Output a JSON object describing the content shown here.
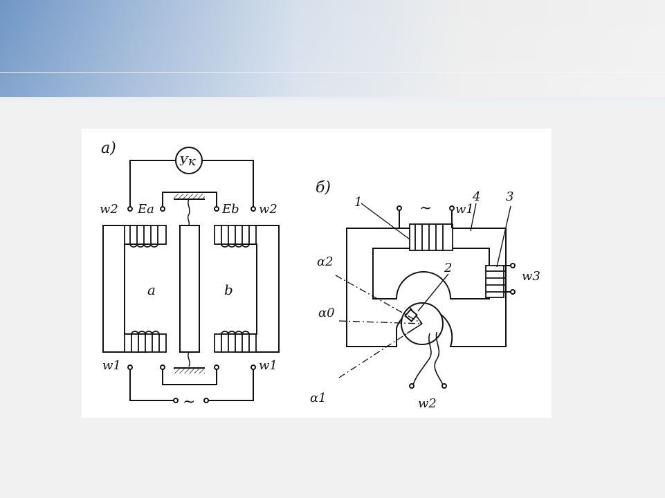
{
  "theme": {
    "accent": "#6f96c6",
    "background": "#f1f1f1",
    "ink": "#111111"
  },
  "diagram_a": {
    "panel_label": "а)",
    "amplifier_label": "Ук",
    "emf_left": "Ea",
    "emf_right": "Eb",
    "winding_top_left": "w2",
    "winding_top_right": "w2",
    "winding_bottom_left": "w1",
    "winding_bottom_right": "w1",
    "core_left": "a",
    "core_right": "b",
    "ac_source": "~"
  },
  "diagram_b": {
    "panel_label": "б)",
    "ac_source": "~",
    "winding_w1": "w1",
    "winding_w2": "w2",
    "winding_w3": "w3",
    "callout_1": "1",
    "callout_2": "2",
    "callout_3": "3",
    "callout_4": "4",
    "angle_a0": "α0",
    "angle_a1": "α1",
    "angle_a2": "α2"
  }
}
